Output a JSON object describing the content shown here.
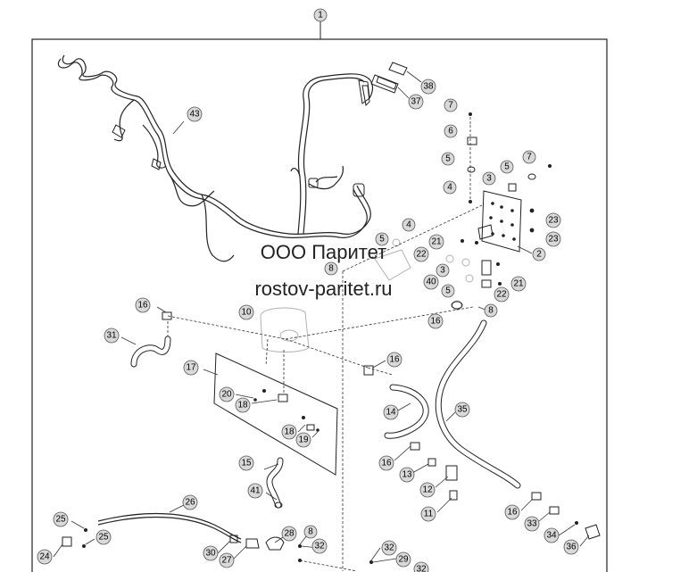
{
  "watermark": {
    "company": "ООО Паритет",
    "website": "rostov-paritet.ru"
  },
  "callouts": {
    "c1": "1",
    "c2": "2",
    "c3a": "3",
    "c3b": "3",
    "c4a": "4",
    "c4b": "4",
    "c5a": "5",
    "c5b": "5",
    "c5c": "5",
    "c5d": "5",
    "c6": "6",
    "c7a": "7",
    "c7b": "7",
    "c8a": "8",
    "c8b": "8",
    "c8c": "8",
    "c10": "10",
    "c11": "11",
    "c12": "12",
    "c13": "13",
    "c14": "14",
    "c15": "15",
    "c16a": "16",
    "c16b": "16",
    "c16c": "16",
    "c16d": "16",
    "c16e": "16",
    "c17": "17",
    "c18a": "18",
    "c18b": "18",
    "c19": "19",
    "c20": "20",
    "c21a": "21",
    "c21b": "21",
    "c22a": "22",
    "c22b": "22",
    "c23a": "23",
    "c23b": "23",
    "c24": "24",
    "c25a": "25",
    "c25b": "25",
    "c26": "26",
    "c27": "27",
    "c28": "28",
    "c29": "29",
    "c30": "30",
    "c31": "31",
    "c32a": "32",
    "c32b": "32",
    "c32c": "32",
    "c33": "33",
    "c34": "34",
    "c35": "35",
    "c36": "36",
    "c37": "37",
    "c38": "38",
    "c40": "40",
    "c41": "41",
    "c43": "43"
  }
}
